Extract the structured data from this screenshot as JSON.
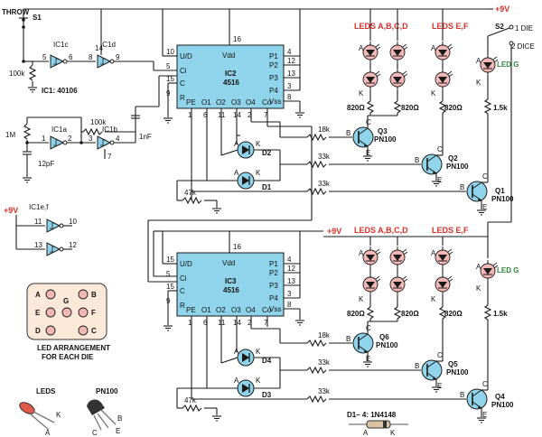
{
  "switch1": {
    "name": "S1",
    "pos_label": "THROW",
    "supply": "+9V"
  },
  "switch2": {
    "name": "S2",
    "opt1": "1 DIE",
    "opt2": "2 DICE"
  },
  "ic1": {
    "note": "IC1: 40106",
    "gate_c": "IC1c",
    "gate_d": "IC1d",
    "gate_a": "IC1a",
    "gate_b": "IC1b",
    "gate_ef": "IC1e,f",
    "pins": {
      "c_in": "5",
      "c_out": "6",
      "d_in": "8",
      "d_top": "14",
      "d_out": "9",
      "a_in": "1",
      "a_out": "2",
      "b_in": "3",
      "b_out": "4",
      "b_gnd": "7",
      "e_in": "11",
      "e_out": "10",
      "f_in": "13",
      "f_out": "12"
    },
    "supply": "+9V"
  },
  "osc": {
    "r1": "100k",
    "r2": "1M",
    "r3": "100k",
    "c1": "12pF",
    "c2": "1nF"
  },
  "ic2": {
    "name": "IC2",
    "part": "4516",
    "supply": "+9V",
    "pins_left": [
      "U/D",
      "Ci",
      "C",
      "R"
    ],
    "pins_left_num": [
      "10",
      "5",
      "15",
      "9"
    ],
    "pins_right": [
      "P1",
      "P2",
      "P3",
      "P4",
      "Vss"
    ],
    "pins_right_num": [
      "4",
      "12",
      "13",
      "3",
      "8"
    ],
    "pins_bottom": [
      "PE",
      "O1",
      "O2",
      "O3",
      "O4",
      "Co"
    ],
    "pins_bottom_num": [
      "1",
      "6",
      "11",
      "14",
      "2",
      "7"
    ],
    "pin_vdd": "Vdd",
    "pin_vdd_num": "16"
  },
  "ic3": {
    "name": "IC3",
    "part": "4516",
    "supply": "+9V",
    "pins_left": [
      "U/D",
      "Ci",
      "C",
      "R"
    ],
    "pins_left_num": [
      "15",
      "5",
      "15",
      "9"
    ],
    "pins_right": [
      "P1",
      "P2",
      "P3",
      "P4",
      "Vss"
    ],
    "pins_right_num": [
      "4",
      "12",
      "13",
      "3",
      "8"
    ],
    "pins_bottom": [
      "PE",
      "O1",
      "O2",
      "O3",
      "O4",
      "Co"
    ],
    "pins_bottom_num": [
      "1",
      "6",
      "11",
      "14",
      "2",
      "7"
    ],
    "pin_vdd": "Vdd",
    "pin_vdd_num": "16"
  },
  "die1": {
    "led_groups": [
      "LEDS A,B,C,D",
      "LEDS E,F",
      "LED G"
    ],
    "resistors": [
      "820Ω",
      "820Ω",
      "820Ω",
      "1.5k"
    ],
    "base_res": [
      "18k",
      "33k",
      "33k"
    ],
    "pulldown": "47k",
    "diodes": [
      "D2",
      "D1"
    ],
    "transistors": [
      {
        "name": "Q3",
        "type": "PN100"
      },
      {
        "name": "Q2",
        "type": "PN100"
      },
      {
        "name": "Q1",
        "type": "PN100"
      }
    ]
  },
  "die2": {
    "led_groups": [
      "LEDS A,B,C,D",
      "LEDS E,F",
      "LED G"
    ],
    "resistors": [
      "820Ω",
      "820Ω",
      "820Ω",
      "1.5k"
    ],
    "base_res": [
      "18k",
      "33k",
      "33k"
    ],
    "pulldown": "47k",
    "diodes": [
      "D4",
      "D3"
    ],
    "transistors": [
      {
        "name": "Q6",
        "type": "PN100"
      },
      {
        "name": "Q5",
        "type": "PN100"
      },
      {
        "name": "Q4",
        "type": "PN100"
      }
    ]
  },
  "pin_letters": {
    "A": "A",
    "K": "K",
    "B": "B",
    "C": "C",
    "E": "E"
  },
  "led_arrangement": {
    "letters": [
      "A",
      "B",
      "E",
      "G",
      "F",
      "C",
      "D"
    ],
    "caption_1": "LED ARRANGEMENT",
    "caption_2": "FOR EACH DIE"
  },
  "legend": {
    "leds": "LEDS",
    "pn100": "PN100",
    "diodes": "D1– 4: 1N4148"
  },
  "colors": {
    "chip": "#8fd4ea",
    "led": "#f3b8b6",
    "box": "#fde9d9",
    "label_red": "#d8302a",
    "label_green": "#2f8a3c"
  }
}
